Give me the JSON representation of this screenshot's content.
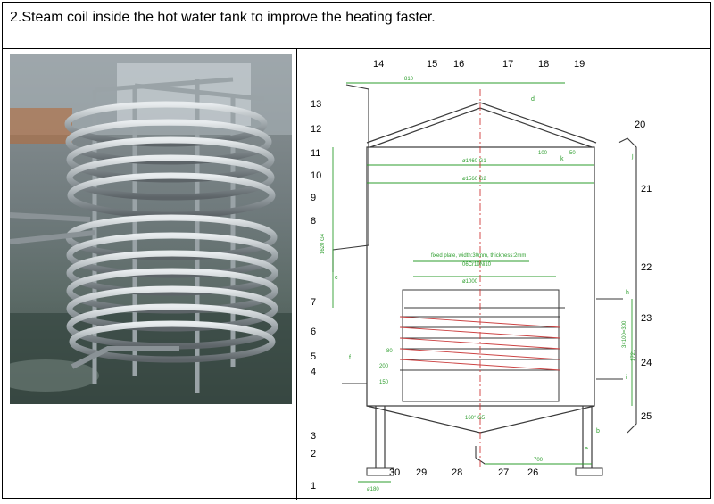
{
  "title": "2.Steam coil inside the hot water tank to improve the heating faster.",
  "photo": {
    "alt_description": ""
  },
  "drawing": {
    "callouts_top": [
      "14",
      "15",
      "16",
      "17",
      "18",
      "19"
    ],
    "callouts_left": [
      "13",
      "12",
      "11",
      "10",
      "9",
      "8",
      "7",
      "6",
      "5",
      "4",
      "3",
      "2",
      "1"
    ],
    "callouts_right": [
      "20",
      "21",
      "22",
      "23",
      "24",
      "25"
    ],
    "callouts_bottom": [
      "30",
      "29",
      "28",
      "27",
      "26"
    ],
    "dim_top": "810",
    "dim_inner_diameter": "ø1460 G1",
    "dim_outer_diameter": "ø1560 G2",
    "fixed_plate_note": "fixed plate, width:30mm, thickness:2mm",
    "coil_note_1": "06Cr19Ni10",
    "coil_note_2": "ø1000",
    "dim_left_height": "1620 G4",
    "dim_right_height": "1721",
    "dim_right_inner": "3×100=300",
    "dim_bottom_700": "700",
    "dim_bottom_foot": "ø180",
    "dim_cone": "160° G5",
    "dim_200": "200",
    "dim_150": "150",
    "dim_100": "100",
    "dim_50": "50",
    "dim_80": "80",
    "label_b": "b",
    "label_c": "c",
    "label_d": "d",
    "label_e": "e",
    "label_f": "f",
    "label_h": "h",
    "label_i": "i",
    "label_j": "j",
    "label_k": "k"
  },
  "colors": {
    "steel_line": "#3a3a3a",
    "dim_green": "#2e9e2e",
    "center_red": "#d23a3a",
    "pipe_fill": "#ffffff"
  }
}
